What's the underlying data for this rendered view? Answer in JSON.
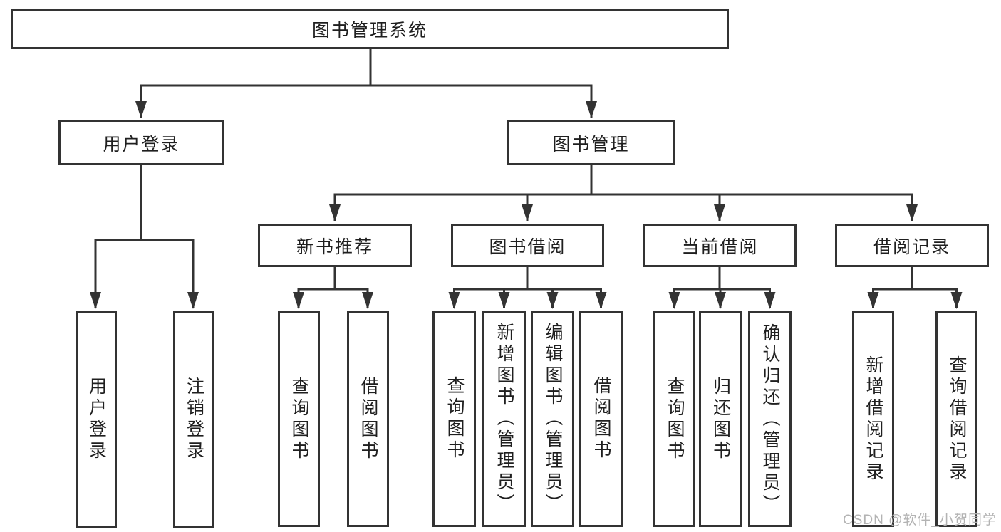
{
  "diagram": {
    "root": {
      "label": "图书管理系统",
      "children": [
        {
          "label": "用户登录",
          "children": [
            {
              "label": "用户登录"
            },
            {
              "label": "注销登录"
            }
          ]
        },
        {
          "label": "图书管理",
          "children": [
            {
              "label": "新书推荐",
              "children": [
                {
                  "label": "查询图书"
                },
                {
                  "label": "借阅图书"
                }
              ]
            },
            {
              "label": "图书借阅",
              "children": [
                {
                  "label": "查询图书"
                },
                {
                  "label": "新增图书（管理员）"
                },
                {
                  "label": "编辑图书（管理员）"
                },
                {
                  "label": "借阅图书"
                }
              ]
            },
            {
              "label": "当前借阅",
              "children": [
                {
                  "label": "查询图书"
                },
                {
                  "label": "归还图书"
                },
                {
                  "label": "确认归还（管理员）"
                }
              ]
            },
            {
              "label": "借阅记录",
              "children": [
                {
                  "label": "新增借阅记录"
                },
                {
                  "label": "查询借阅记录"
                }
              ]
            }
          ]
        }
      ]
    }
  },
  "watermark": {
    "text": "CSDN @软件_小贺同学"
  },
  "colors": {
    "line": "#333333",
    "text": "#1f1f1f",
    "box_background": "#ffffff",
    "watermark": "#b3b3b3"
  }
}
